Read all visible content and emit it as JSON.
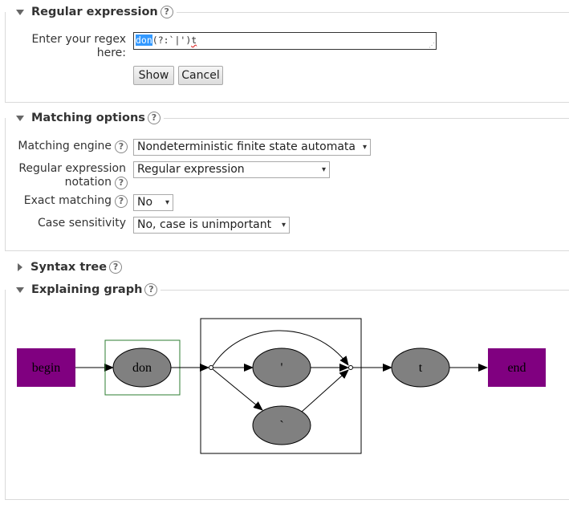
{
  "sections": {
    "regex": {
      "title": "Regular expression"
    },
    "matching": {
      "title": "Matching options"
    },
    "syntax_tree": {
      "title": "Syntax tree"
    },
    "graph": {
      "title": "Explaining graph"
    }
  },
  "regex_form": {
    "label_line1": "Enter your regex",
    "label_line2": "here:",
    "value_selected": "don",
    "value_rest_a": "(?:`|')",
    "value_rest_b": "t",
    "show_label": "Show",
    "cancel_label": "Cancel"
  },
  "options": {
    "engine_label": "Matching engine",
    "engine_value": "Nondeterministic finite state automata",
    "notation_label_line1": "Regular expression",
    "notation_label_line2": "notation",
    "notation_value": "Regular expression",
    "exact_label": "Exact matching",
    "exact_value": "No",
    "case_label": "Case sensitivity",
    "case_value": "No, case is unimportant"
  },
  "help_glyph": "?",
  "dropdown_glyph": "▾",
  "graph": {
    "nodes": {
      "begin": "begin",
      "don": "don",
      "quote": "'",
      "backtick": "`",
      "t": "t",
      "end": "end"
    },
    "colors": {
      "terminal_fill": "#800080",
      "node_fill": "#808080",
      "group_border": "#2e7d32"
    }
  }
}
